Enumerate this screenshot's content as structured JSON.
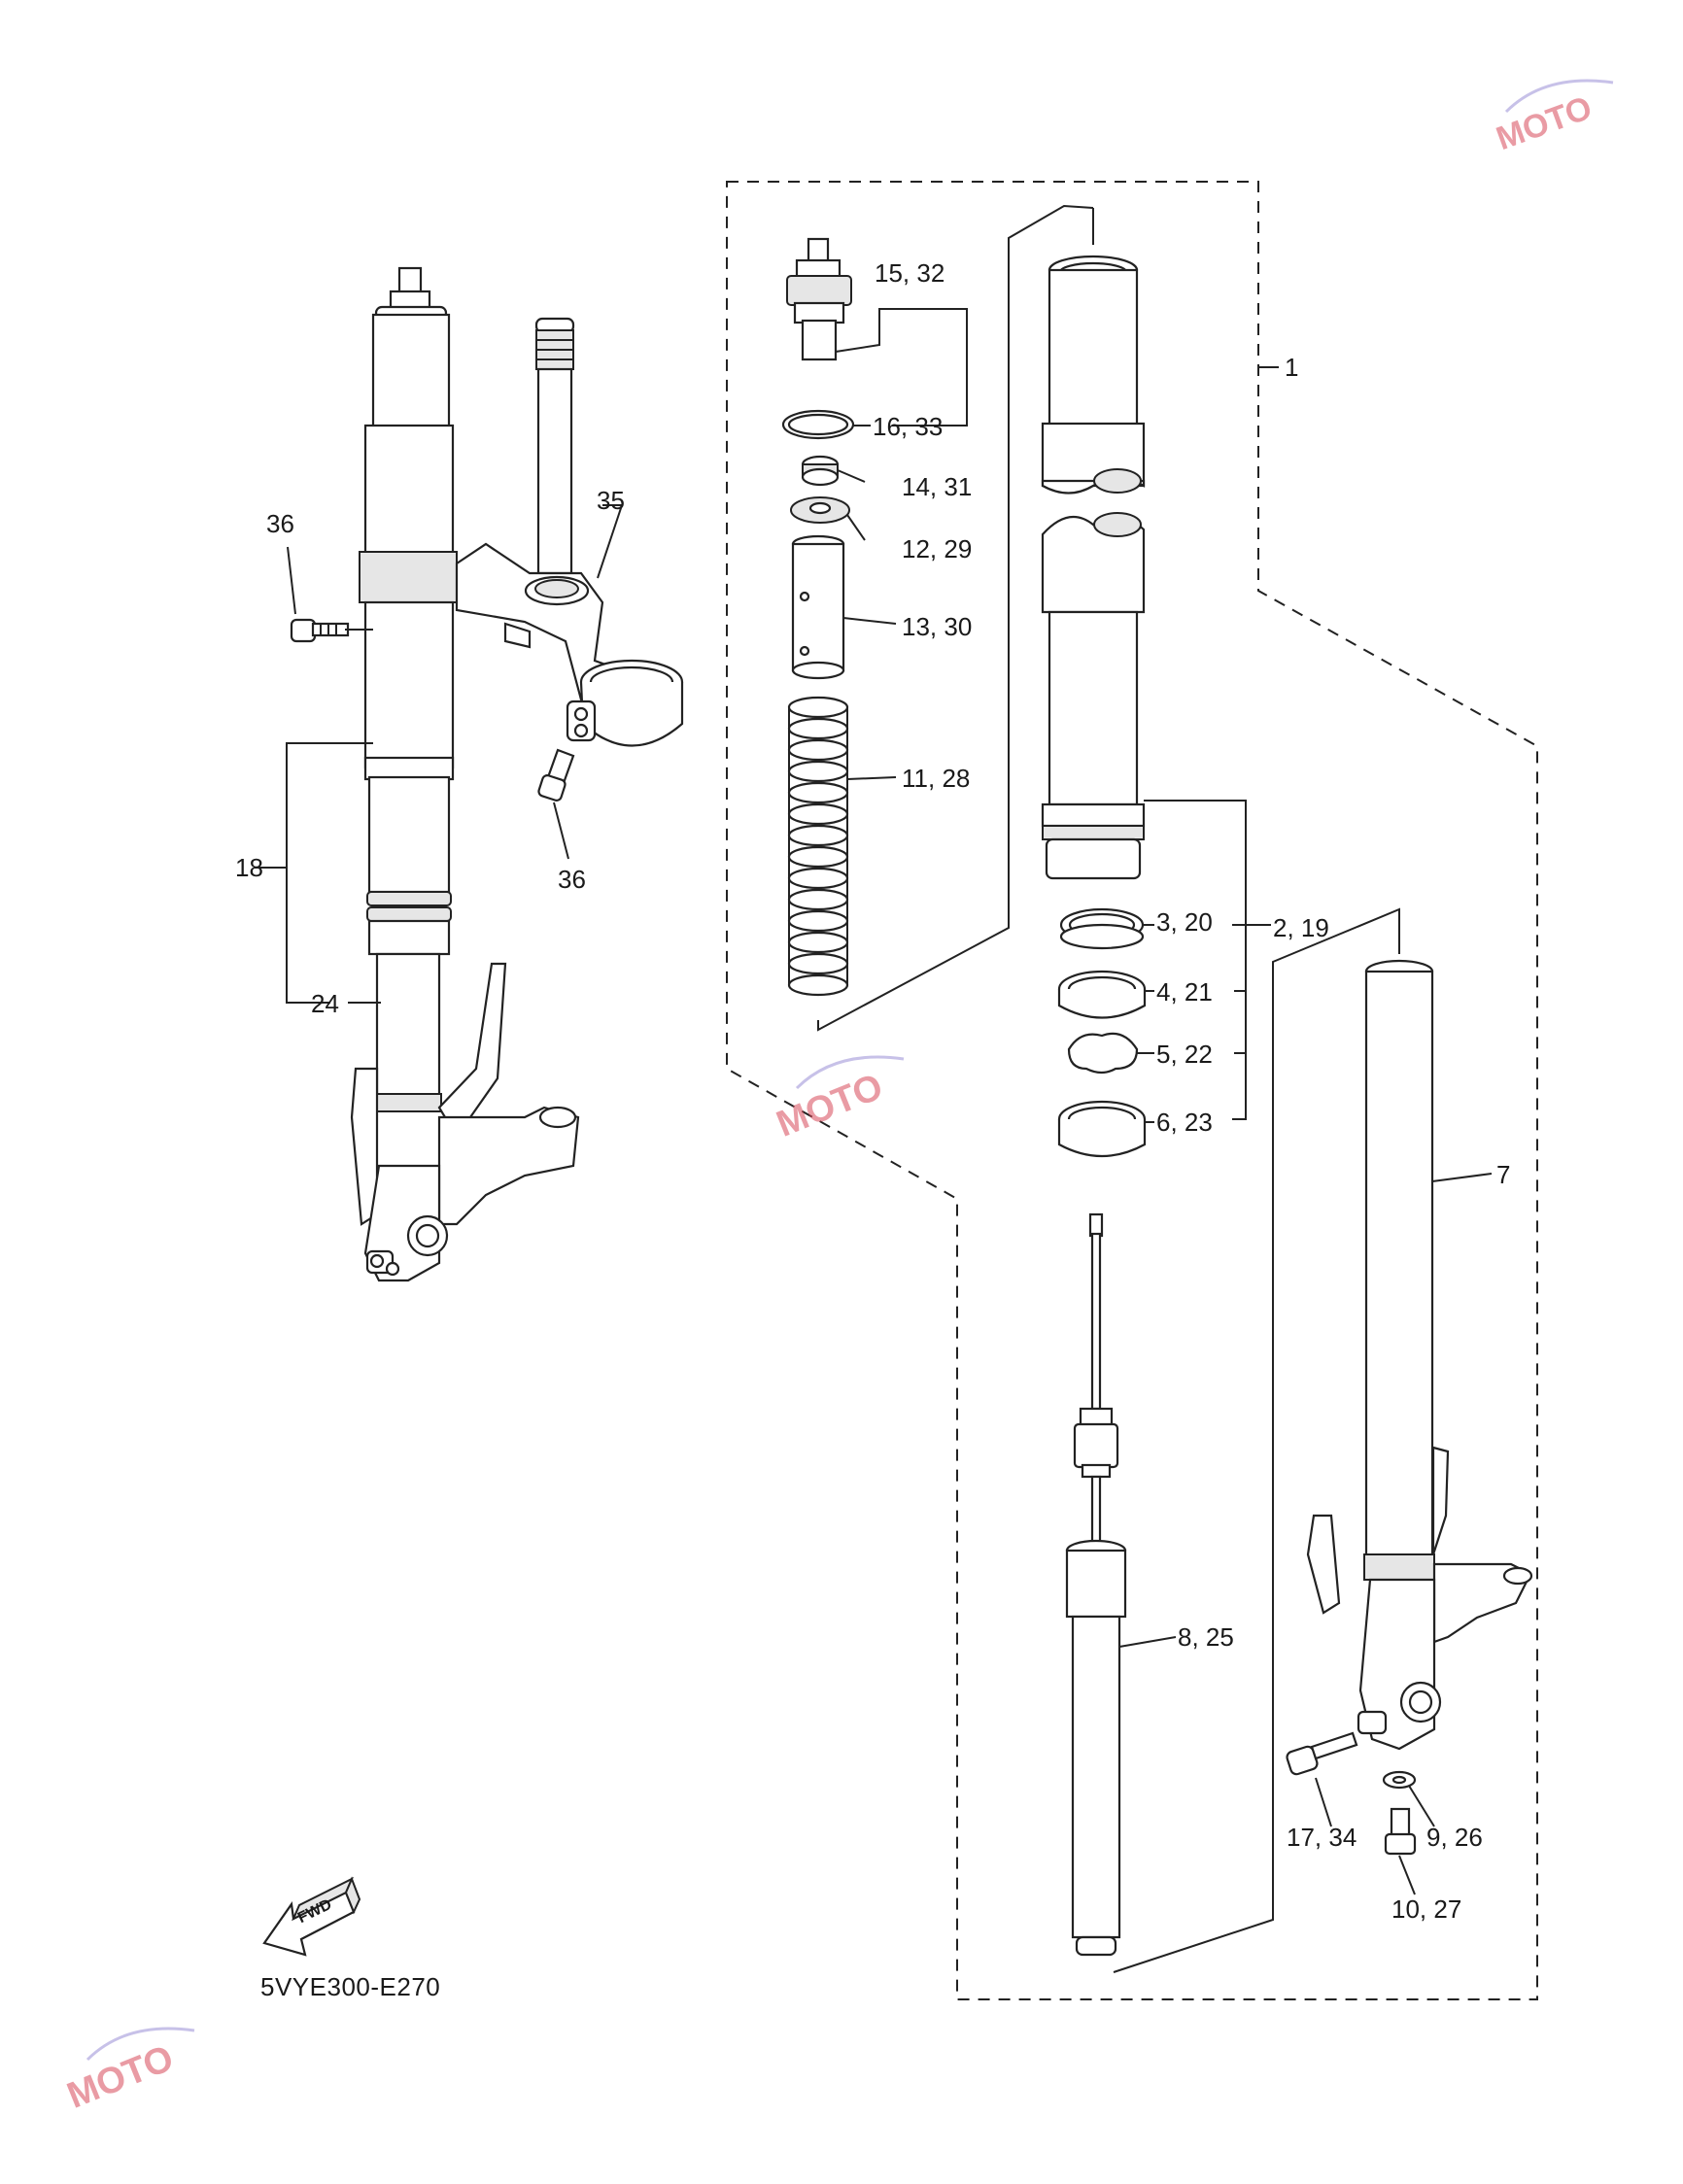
{
  "diagram": {
    "code": "5VYE300-E270",
    "fwd_label": "FWD",
    "watermark_text": "MOTO",
    "callouts": {
      "c1": "1",
      "c2_19": "2, 19",
      "c3_20": "3, 20",
      "c4_21": "4, 21",
      "c5_22": "5, 22",
      "c6_23": "6, 23",
      "c7": "7",
      "c8_25": "8, 25",
      "c9_26": "9, 26",
      "c10_27": "10, 27",
      "c11_28": "11, 28",
      "c12_29": "12, 29",
      "c13_30": "13, 30",
      "c14_31": "14, 31",
      "c15_32": "15, 32",
      "c16_33": "16, 33",
      "c17_34": "17, 34",
      "c18": "18",
      "c24": "24",
      "c35": "35",
      "c36a": "36",
      "c36b": "36"
    }
  }
}
